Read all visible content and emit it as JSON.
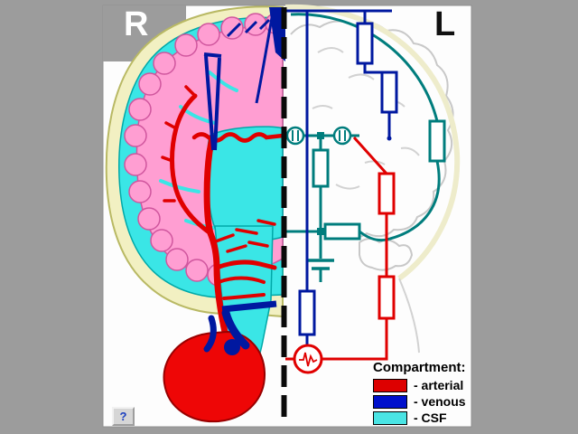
{
  "labels": {
    "right_hemisphere": "R",
    "left_hemisphere": "L"
  },
  "legend": {
    "title": "Compartment:",
    "items": [
      {
        "name": "arterial",
        "label": "- arterial",
        "color": "#dd0000"
      },
      {
        "name": "venous",
        "label": "- venous",
        "color": "#0010cc"
      },
      {
        "name": "csf",
        "label": "- CSF",
        "color": "#4ae4e4"
      }
    ]
  },
  "help_button": {
    "label": "?"
  },
  "diagram_colors": {
    "window_background": "#9c9c9c",
    "panel": "#fdfdfd",
    "arterial": "#e00000",
    "venous": "#0018a0",
    "csf": "#3ae6e6",
    "brain_tissue": "#ff9ed2",
    "skull": "#f2f0c2",
    "schematic_line": "#007d7d",
    "faint_outline": "#c8c8c8",
    "divider": "#0a0a0a"
  }
}
